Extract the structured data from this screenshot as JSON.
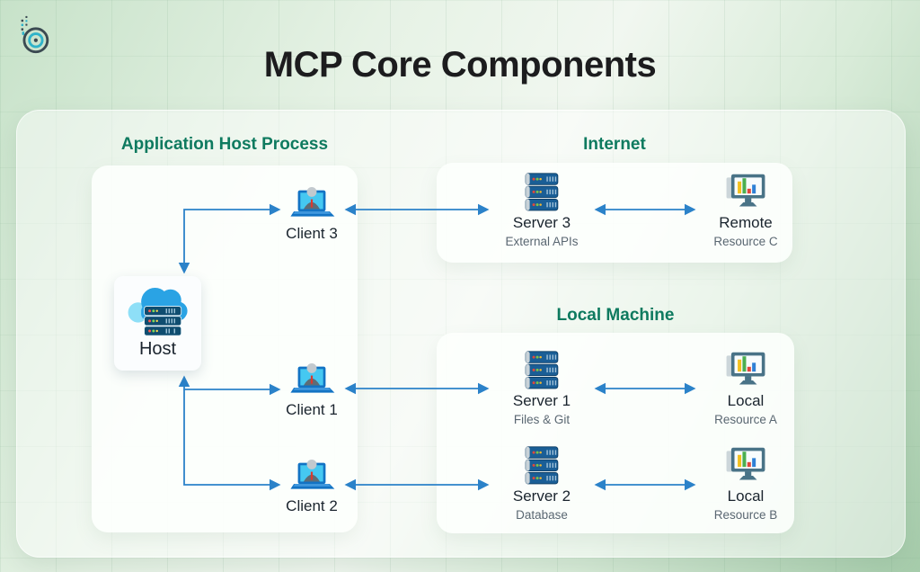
{
  "page": {
    "title": "MCP Core Components"
  },
  "colors": {
    "heading_teal": "#0E7A5F",
    "title_dark": "#1C1C1E",
    "arrow_blue": "#2B82C9"
  },
  "icons": {
    "logo": "brand-b-logo",
    "host": "cloud-server-icon",
    "client": "laptop-user-icon",
    "server": "server-stack-icon",
    "resource": "monitor-chart-icon"
  },
  "sections": {
    "host_process": {
      "heading": "Application Host Process",
      "host": {
        "label": "Host"
      },
      "clients": [
        {
          "label": "Client 3"
        },
        {
          "label": "Client 1"
        },
        {
          "label": "Client 2"
        }
      ]
    },
    "internet": {
      "heading": "Internet",
      "nodes": [
        {
          "label": "Server 3",
          "sublabel": "External APIs"
        },
        {
          "label": "Remote",
          "sublabel": "Resource C"
        }
      ]
    },
    "local_machine": {
      "heading": "Local Machine",
      "nodes": [
        {
          "label": "Server 1",
          "sublabel": "Files & Git"
        },
        {
          "label": "Local",
          "sublabel": "Resource A"
        },
        {
          "label": "Server 2",
          "sublabel": "Database"
        },
        {
          "label": "Local",
          "sublabel": "Resource B"
        }
      ]
    }
  }
}
